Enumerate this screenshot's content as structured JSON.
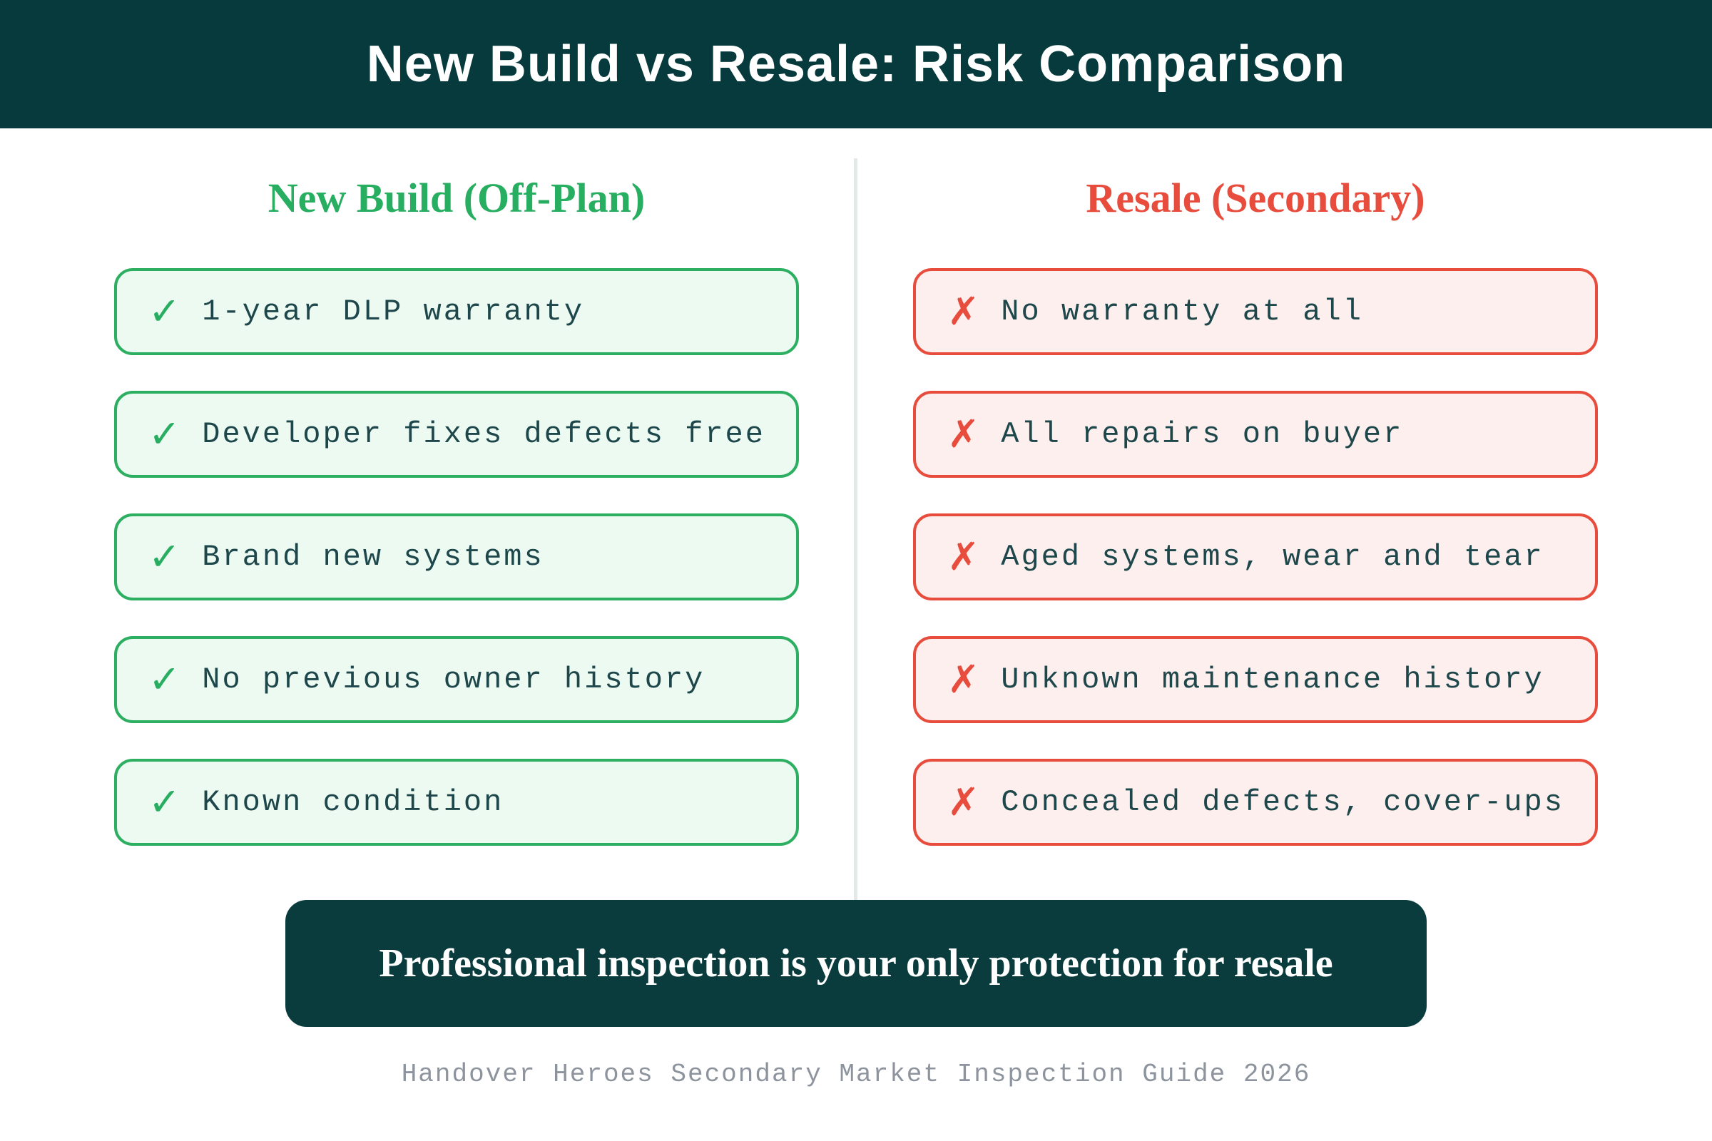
{
  "header": {
    "title": "New Build vs Resale: Risk Comparison"
  },
  "icons": {
    "check": "✓",
    "cross": "✗"
  },
  "columns": [
    {
      "id": "new-build",
      "title": "New Build (Off-Plan)",
      "accent_color": "#27ae60",
      "box_fill": "#ecfaf1",
      "items": [
        {
          "icon": "check-icon",
          "label": "1-year DLP warranty"
        },
        {
          "icon": "check-icon",
          "label": "Developer fixes defects free"
        },
        {
          "icon": "check-icon",
          "label": "Brand new systems"
        },
        {
          "icon": "check-icon",
          "label": "No previous owner history"
        },
        {
          "icon": "check-icon",
          "label": "Known condition"
        }
      ]
    },
    {
      "id": "resale",
      "title": "Resale (Secondary)",
      "accent_color": "#e74c3c",
      "box_fill": "#fdefed",
      "items": [
        {
          "icon": "cross-icon",
          "label": "No warranty at all"
        },
        {
          "icon": "cross-icon",
          "label": "All repairs on buyer"
        },
        {
          "icon": "cross-icon",
          "label": "Aged systems, wear and tear"
        },
        {
          "icon": "cross-icon",
          "label": "Unknown maintenance history"
        },
        {
          "icon": "cross-icon",
          "label": "Concealed defects, cover-ups"
        }
      ]
    }
  ],
  "banner": {
    "text": "Professional inspection is your only protection for resale"
  },
  "footer": {
    "text": "Handover Heroes Secondary Market Inspection Guide 2026"
  },
  "colors": {
    "header_background": "#063a3c",
    "banner_background": "#0a3c3e",
    "title_text": "#ffffff",
    "item_text": "#1e474b",
    "footer_text": "#8d949e",
    "divider": "#e3e9eb",
    "green_accent": "#27ae60",
    "green_border": "#2daf62",
    "red_accent": "#e74c3c"
  }
}
